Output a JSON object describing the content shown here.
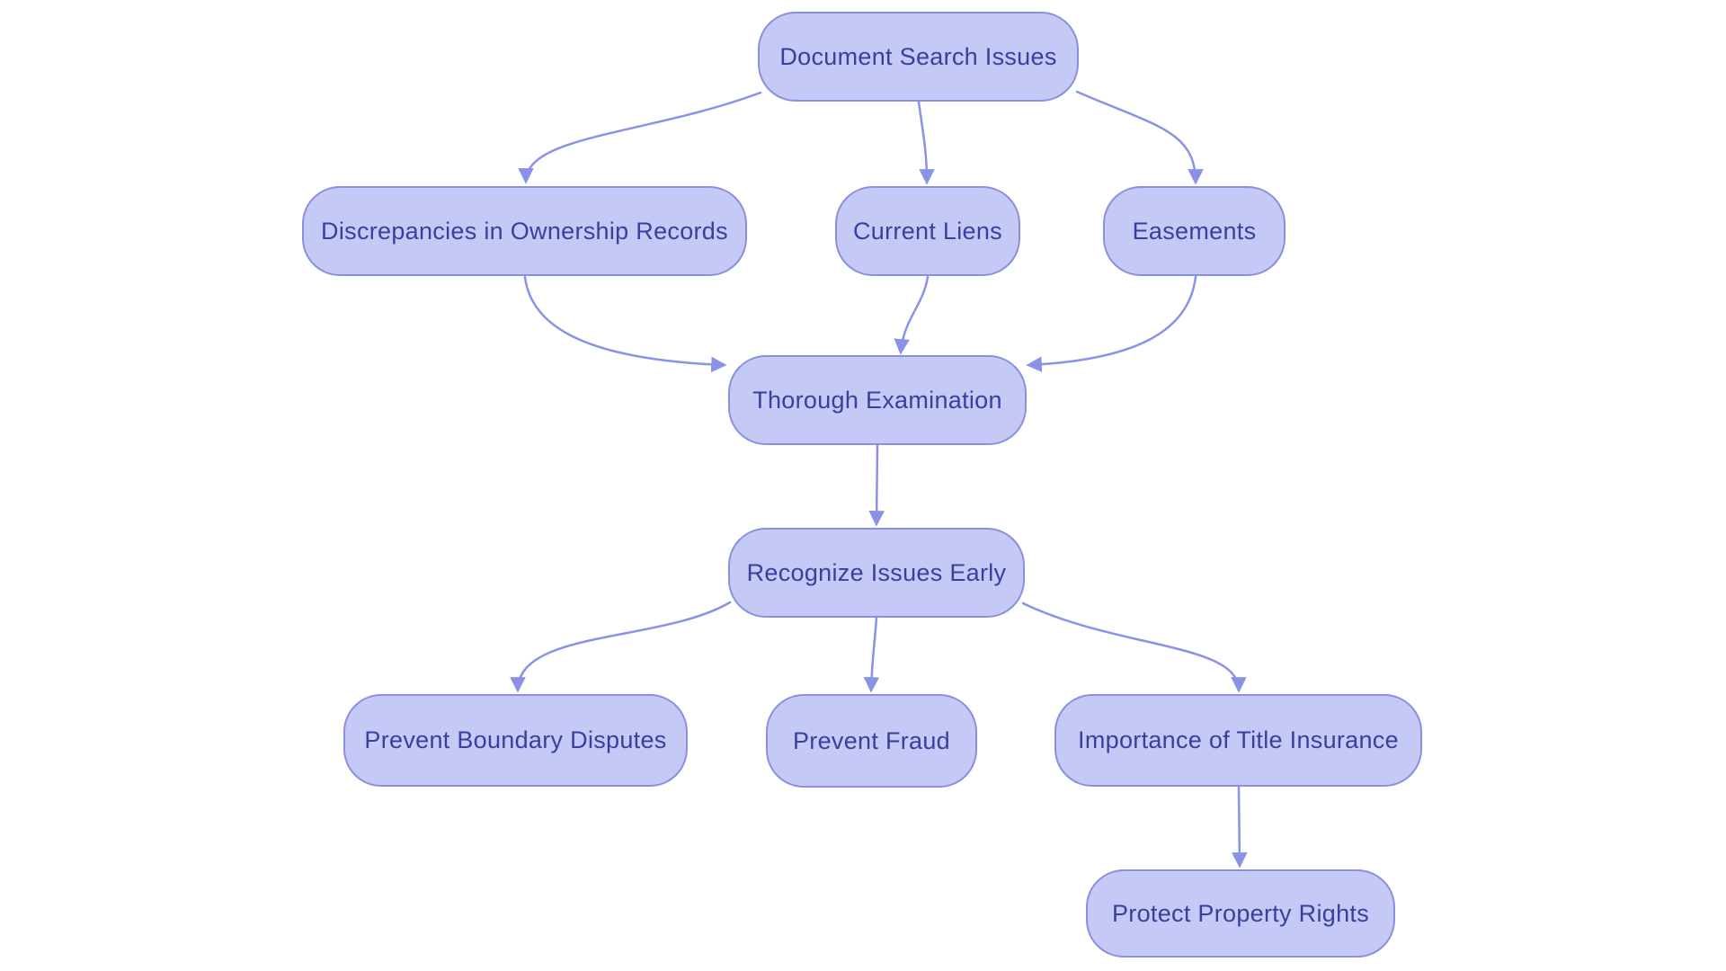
{
  "diagram": {
    "type": "flowchart",
    "nodes": [
      {
        "id": "document-search-issues",
        "label": "Document Search Issues"
      },
      {
        "id": "discrepancies-in-ownership-records",
        "label": "Discrepancies in Ownership Records"
      },
      {
        "id": "current-liens",
        "label": "Current Liens"
      },
      {
        "id": "easements",
        "label": "Easements"
      },
      {
        "id": "thorough-examination",
        "label": "Thorough Examination"
      },
      {
        "id": "recognize-issues-early",
        "label": "Recognize Issues Early"
      },
      {
        "id": "prevent-boundary-disputes",
        "label": "Prevent Boundary Disputes"
      },
      {
        "id": "prevent-fraud",
        "label": "Prevent Fraud"
      },
      {
        "id": "importance-of-title-insurance",
        "label": "Importance of Title Insurance"
      },
      {
        "id": "protect-property-rights",
        "label": "Protect Property Rights"
      }
    ],
    "edges": [
      {
        "from": "document-search-issues",
        "to": "discrepancies-in-ownership-records"
      },
      {
        "from": "document-search-issues",
        "to": "current-liens"
      },
      {
        "from": "document-search-issues",
        "to": "easements"
      },
      {
        "from": "discrepancies-in-ownership-records",
        "to": "thorough-examination"
      },
      {
        "from": "current-liens",
        "to": "thorough-examination"
      },
      {
        "from": "easements",
        "to": "thorough-examination"
      },
      {
        "from": "thorough-examination",
        "to": "recognize-issues-early"
      },
      {
        "from": "recognize-issues-early",
        "to": "prevent-boundary-disputes"
      },
      {
        "from": "recognize-issues-early",
        "to": "prevent-fraud"
      },
      {
        "from": "recognize-issues-early",
        "to": "importance-of-title-insurance"
      },
      {
        "from": "importance-of-title-insurance",
        "to": "protect-property-rights"
      }
    ]
  },
  "colors": {
    "background": "#ffffff",
    "node_fill": "#c5c9f6",
    "node_border": "#8a90e0",
    "node_text": "#3a3f9e",
    "edge": "#8a92e8"
  }
}
